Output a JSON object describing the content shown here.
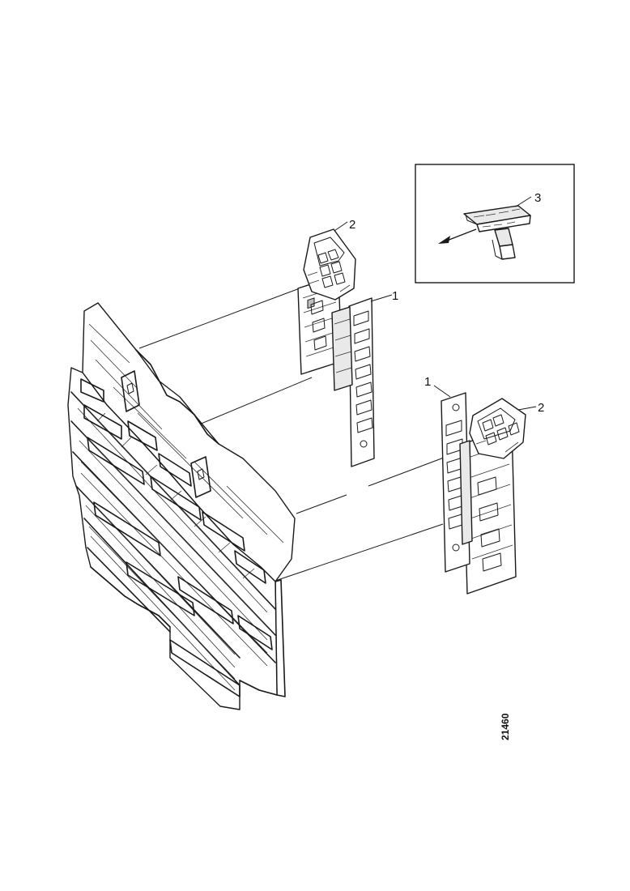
{
  "diagram": {
    "callouts": [
      {
        "id": "2",
        "label": "2"
      },
      {
        "id": "1",
        "label": "1"
      },
      {
        "id": "3",
        "label": "3"
      }
    ],
    "figure_number": "21460",
    "icons": [
      "front-grille-assembly",
      "bracket-left",
      "clip-left",
      "bracket-right",
      "clip-right",
      "detail-clip-removal",
      "arrow-left-icon"
    ]
  }
}
